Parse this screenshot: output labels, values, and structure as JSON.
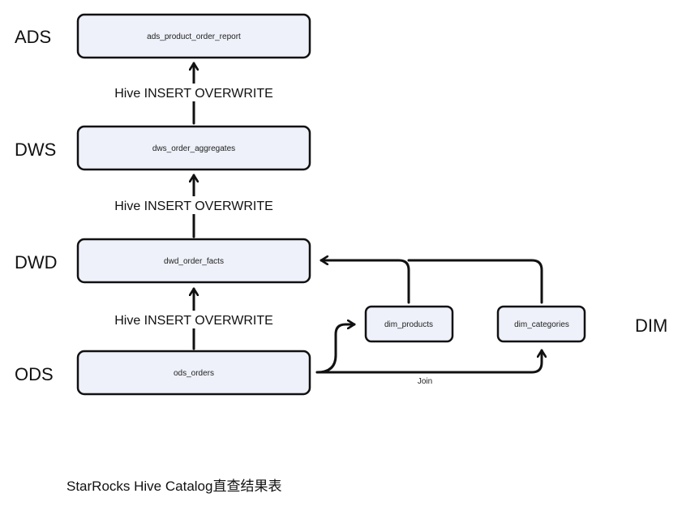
{
  "layers": {
    "ads": "ADS",
    "dws": "DWS",
    "dwd": "DWD",
    "ods": "ODS",
    "dim": "DIM"
  },
  "nodes": {
    "ads_report": "ads_product_order_report",
    "dws_aggregates": "dws_order_aggregates",
    "dwd_facts": "dwd_order_facts",
    "ods_orders": "ods_orders",
    "dim_products": "dim_products",
    "dim_categories": "dim_categories"
  },
  "edges": {
    "dws_to_ads": "Hive INSERT OVERWRITE",
    "dwd_to_dws": "Hive INSERT OVERWRITE",
    "ods_to_dwd": "Hive INSERT OVERWRITE",
    "join": "Join"
  },
  "caption": "StarRocks Hive Catalog直查结果表"
}
